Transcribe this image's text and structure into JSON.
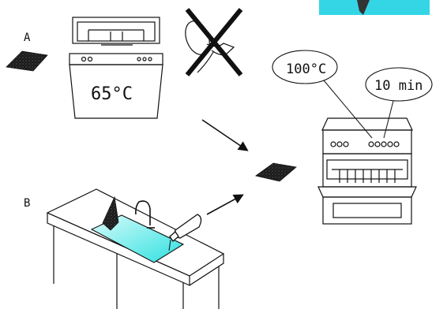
{
  "labels": {
    "a": "A",
    "b": "B",
    "dishwasher_temp": "65°C",
    "oven_temp": "100°C",
    "oven_time": "10 min"
  },
  "colors": {
    "line": "#111111",
    "cloth": "#1a1a1a",
    "water": "#44e6e6",
    "corner_panel": "#34d6e6"
  },
  "icons": [
    "dishwasher",
    "no-hairdryer",
    "cloth-pad",
    "oven",
    "sink",
    "detergent-bottle",
    "arrow"
  ]
}
